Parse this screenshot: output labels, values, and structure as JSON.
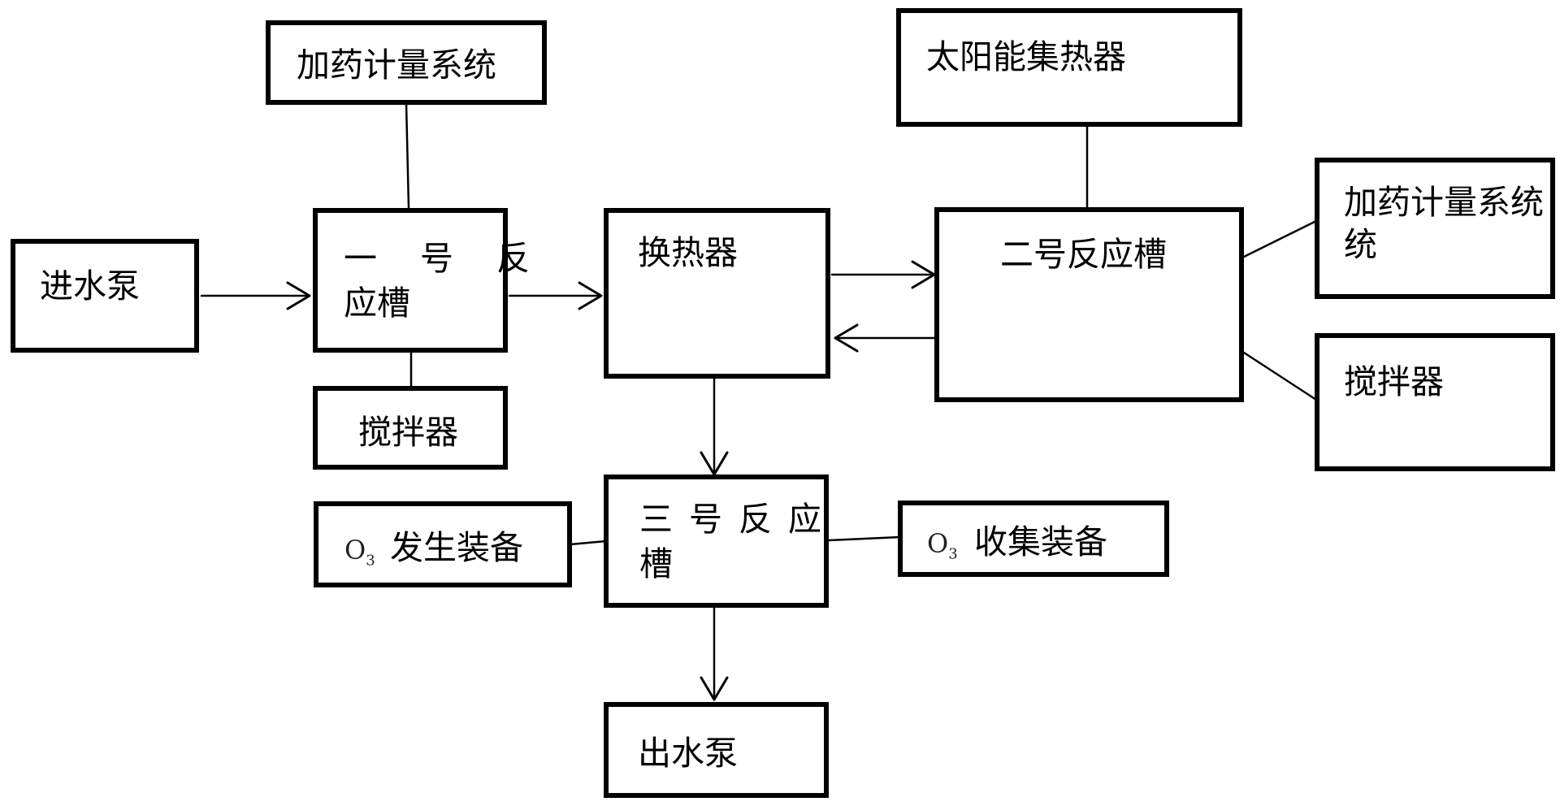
{
  "nodes": {
    "inlet_pump": "进水泵",
    "dosing_system_1": "加药计量系统",
    "reactor_1_line1": "一 号 反",
    "reactor_1_line2": "应槽",
    "stirrer_1": "搅拌器",
    "heat_exchanger": "换热器",
    "solar_collector": "太阳能集热器",
    "reactor_2": "二号反应槽",
    "dosing_system_2_line1": "加药计量系统",
    "dosing_system_2_line2": "统",
    "stirrer_2": "搅拌器",
    "reactor_3_line1": "三号反应",
    "reactor_3_line2": "槽",
    "ozone_generator": {
      "formula": "O",
      "subscript": "3",
      "text": "发生装备"
    },
    "ozone_collector": {
      "formula": "O",
      "subscript": "3",
      "text": "收集装备"
    },
    "outlet_pump": "出水泵"
  }
}
